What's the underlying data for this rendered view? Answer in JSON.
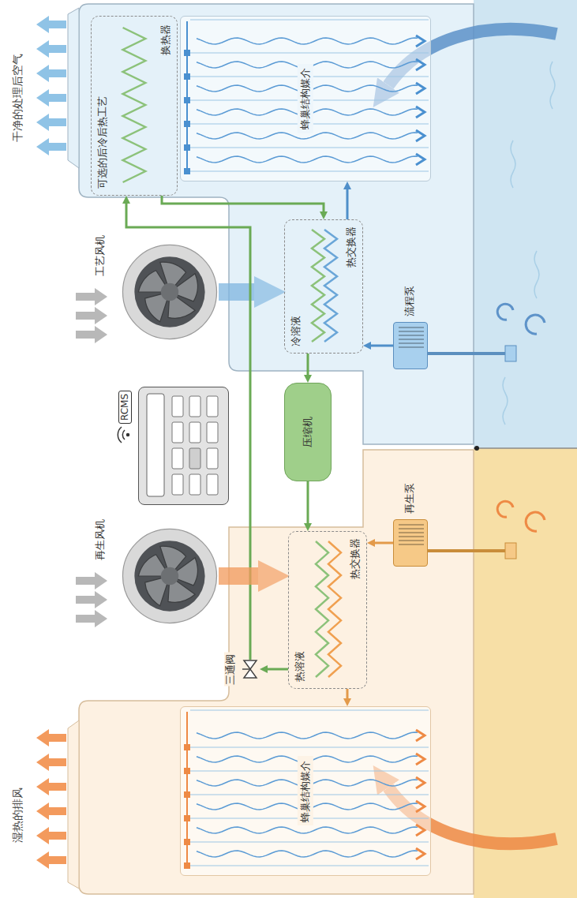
{
  "diagram": {
    "nodes": [
      {
        "text": [
          "蜂巢结构媒介"
        ]
      },
      {
        "text": [
          "可选的后冷后热工艺",
          "换热器"
        ]
      },
      {
        "text": [
          "工艺风机"
        ]
      },
      {
        "text": [
          "冷溶液",
          "热交换器"
        ]
      },
      {
        "text": [
          "流程泵"
        ]
      },
      {
        "text": [
          "压缩机"
        ]
      },
      {
        "text": [
          "RCMS"
        ]
      },
      {
        "text": [
          "再生泵"
        ]
      },
      {
        "text": [
          "再生风机"
        ]
      },
      {
        "text": [
          "热溶液",
          "热交换器"
        ]
      },
      {
        "text": [
          "三通阀"
        ]
      },
      {
        "text": [
          "蜂巢结构媒介"
        ]
      }
    ],
    "edges": [
      {
        "from": 2,
        "to": 3,
        "arrow": "to"
      },
      {
        "from": 4,
        "to": 3,
        "arrow": "to"
      },
      {
        "from": 3,
        "to": 0,
        "arrow": "to"
      },
      {
        "from": 3,
        "to": 5,
        "arrow": "to"
      },
      {
        "from": 5,
        "to": 9,
        "arrow": "to"
      },
      {
        "from": 9,
        "to": 10,
        "arrow": "to"
      },
      {
        "from": 10,
        "to": 1,
        "arrow": "to"
      },
      {
        "from": 1,
        "to": 3,
        "arrow": "to"
      },
      {
        "from": 8,
        "to": 9,
        "arrow": "to"
      },
      {
        "from": 7,
        "to": 9,
        "arrow": "to"
      },
      {
        "from": 9,
        "to": 11,
        "arrow": "to"
      }
    ],
    "labels": [
      "干净的处理后空气",
      "湿热的排风"
    ]
  }
}
